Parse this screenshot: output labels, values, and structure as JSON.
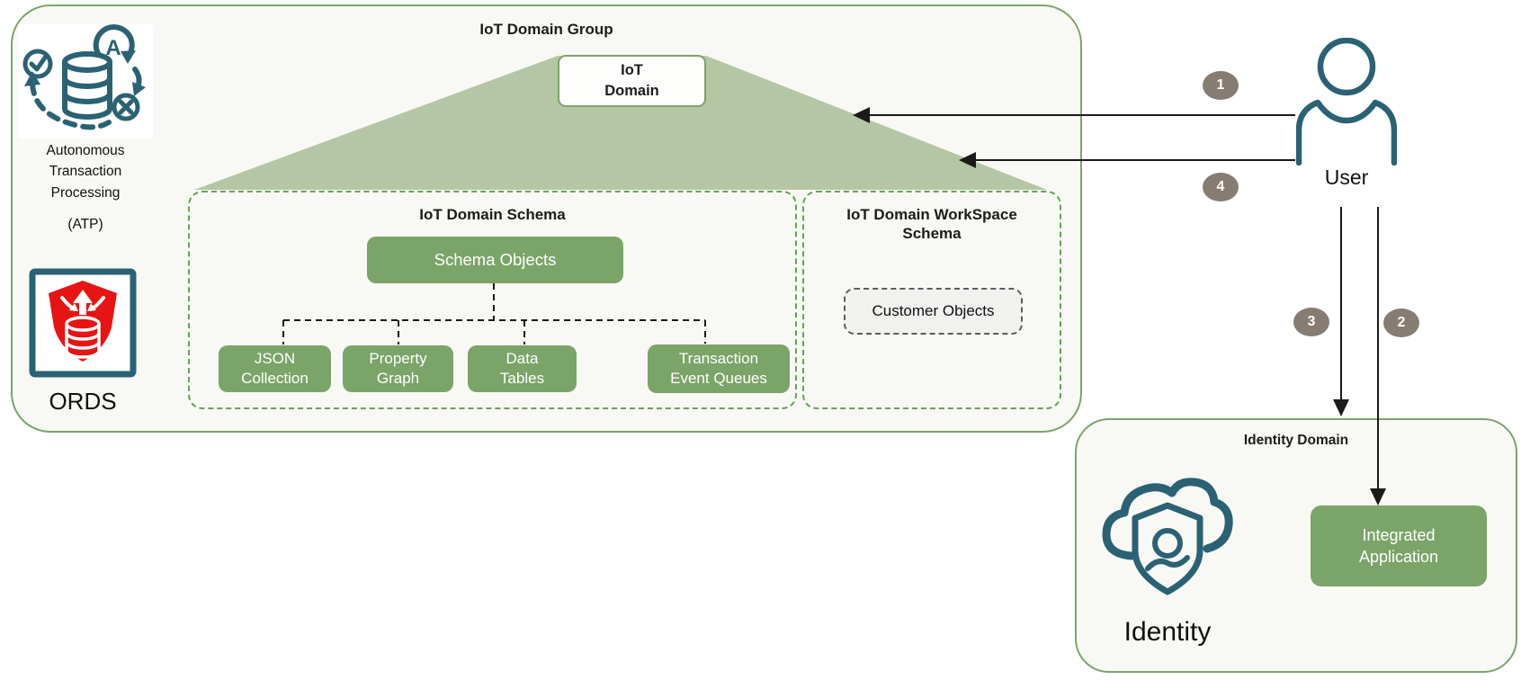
{
  "colors": {
    "panel-bg": "#f8f8f4",
    "border-green": "#7da26c",
    "dash-green": "#69a05a",
    "box-green": "#7ba468",
    "triangle-green": "#b5c6a4",
    "teal": "#2a6274",
    "ords-red": "#e81313",
    "badge-gray": "#867c71",
    "text-dark": "#1c1c1c",
    "connector-black": "#1a1a1a",
    "customer-bg": "#f1f1ef",
    "customer-border": "#5c5c5c"
  },
  "iot_group": {
    "title": "IoT Domain Group",
    "atp_label": "Autonomous\nTransaction\nProcessing",
    "atp_acronym": "(ATP)",
    "ords_label": "ORDS",
    "domain_box_label": "IoT\nDomain",
    "schema": {
      "title": "IoT Domain Schema",
      "root_label": "Schema Objects",
      "children": [
        {
          "label": "JSON\nCollection"
        },
        {
          "label": "Property\nGraph"
        },
        {
          "label": "Data\nTables"
        },
        {
          "label": "Transaction\nEvent Queues"
        }
      ]
    },
    "workspace": {
      "title": "IoT Domain WorkSpace\nSchema",
      "object_label": "Customer Objects"
    }
  },
  "actor": {
    "label": "User"
  },
  "identity": {
    "title": "Identity Domain",
    "icon_label": "Identity",
    "app_label": "Integrated\nApplication"
  },
  "steps": [
    {
      "n": "1"
    },
    {
      "n": "2"
    },
    {
      "n": "3"
    },
    {
      "n": "4"
    }
  ]
}
